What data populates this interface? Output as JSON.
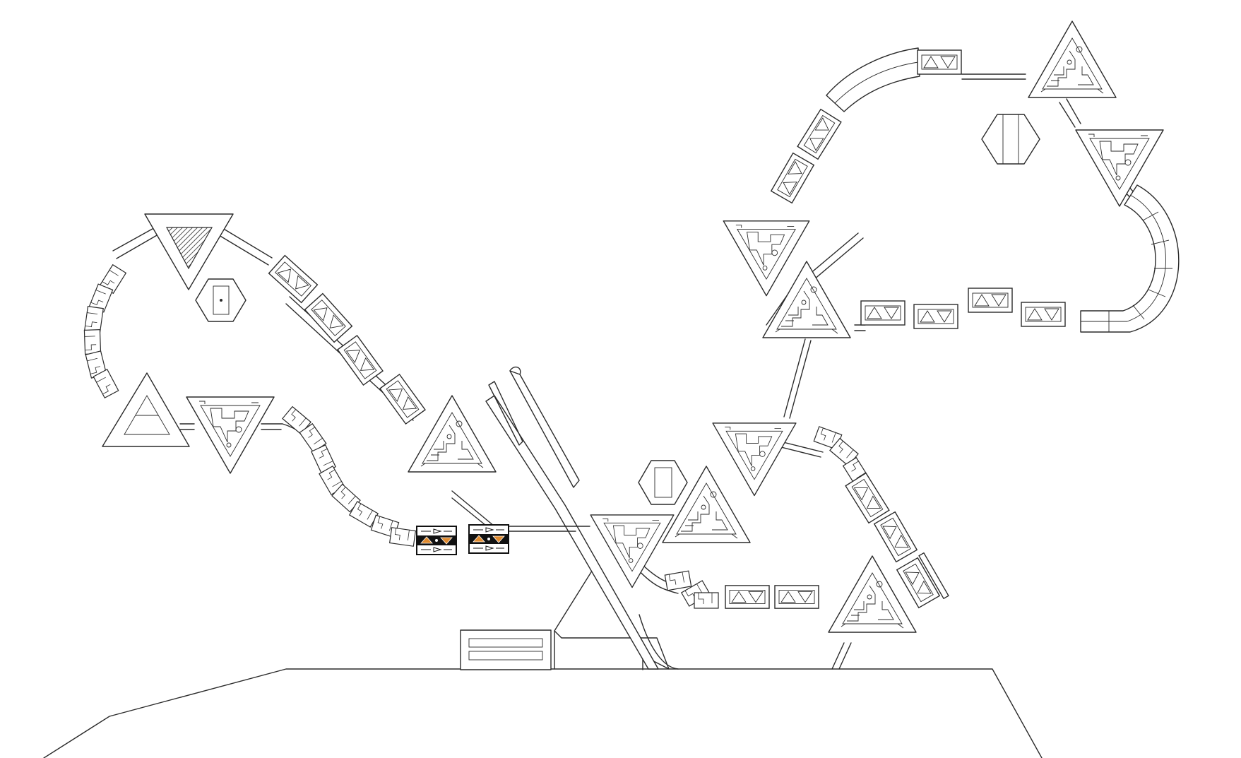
{
  "diagram": {
    "kind": "architectural site plan drawing",
    "text": [],
    "colors": {
      "line": "#2a2a2a",
      "background": "#ffffff",
      "unit_fill": "#111111",
      "unit_accent": "#e08a2e"
    },
    "groups": [
      {
        "label": "",
        "pods": 4
      },
      {
        "label": "",
        "pods": 4
      },
      {
        "label": "",
        "pods": 4
      },
      {
        "label": "",
        "pods": 5
      }
    ]
  }
}
